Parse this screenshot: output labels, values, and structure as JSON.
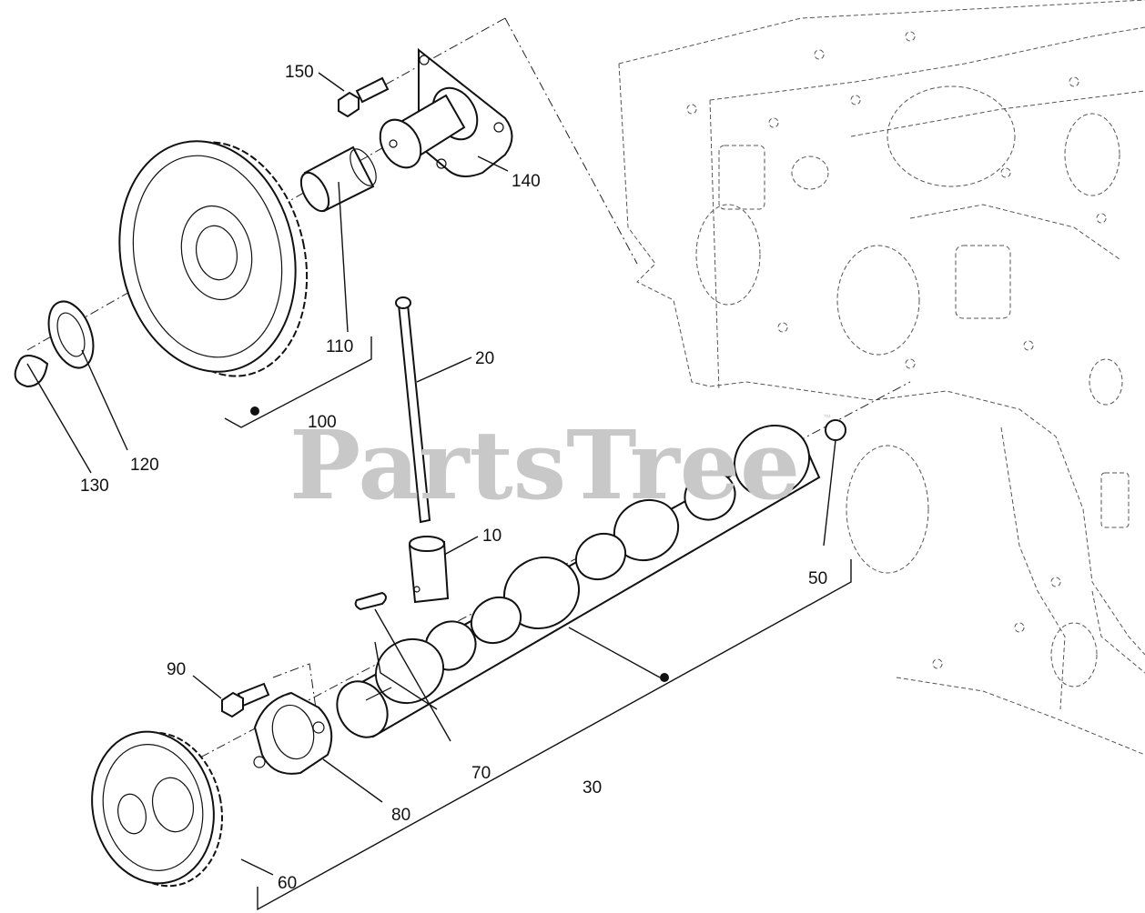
{
  "watermark": {
    "text": "PartsTree",
    "trademark": "™"
  },
  "callouts": {
    "p10": "10",
    "p20": "20",
    "p30": "30",
    "p50": "50",
    "p60": "60",
    "p70": "70",
    "p80": "80",
    "p90": "90",
    "p100": "100",
    "p110": "110",
    "p120": "120",
    "p130": "130",
    "p140": "140",
    "p150": "150"
  }
}
